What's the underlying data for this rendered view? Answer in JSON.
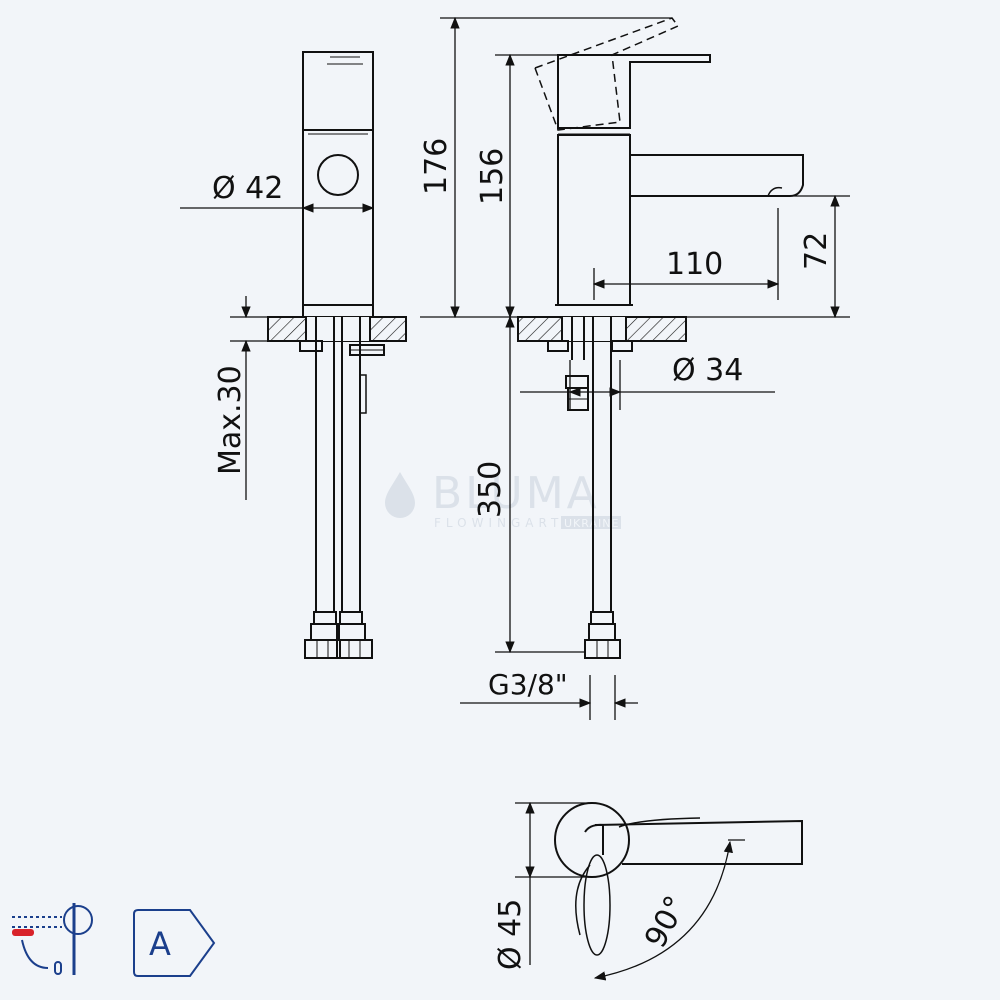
{
  "dimensions": {
    "body_diameter": "Ø 42",
    "total_height": "176",
    "body_height": "156",
    "spout_reach": "110",
    "spout_height": "72",
    "max_thickness": "Max.30",
    "base_diameter": "Ø 34",
    "hose_length": "350",
    "thread": "G3/8\"",
    "handle_diameter": "Ø 45",
    "rotation_angle": "90°"
  },
  "watermark": {
    "brand": "BLUMA",
    "tagline": "FLOWINGART",
    "tagline_suffix": "UKRAINE"
  },
  "badges": {
    "energy_class": "A"
  },
  "colors": {
    "background": "#f2f5f9",
    "line": "#111111",
    "badge_blue": "#1b3f8c",
    "badge_red": "#d8222a",
    "watermark": "#c9d2dc"
  }
}
